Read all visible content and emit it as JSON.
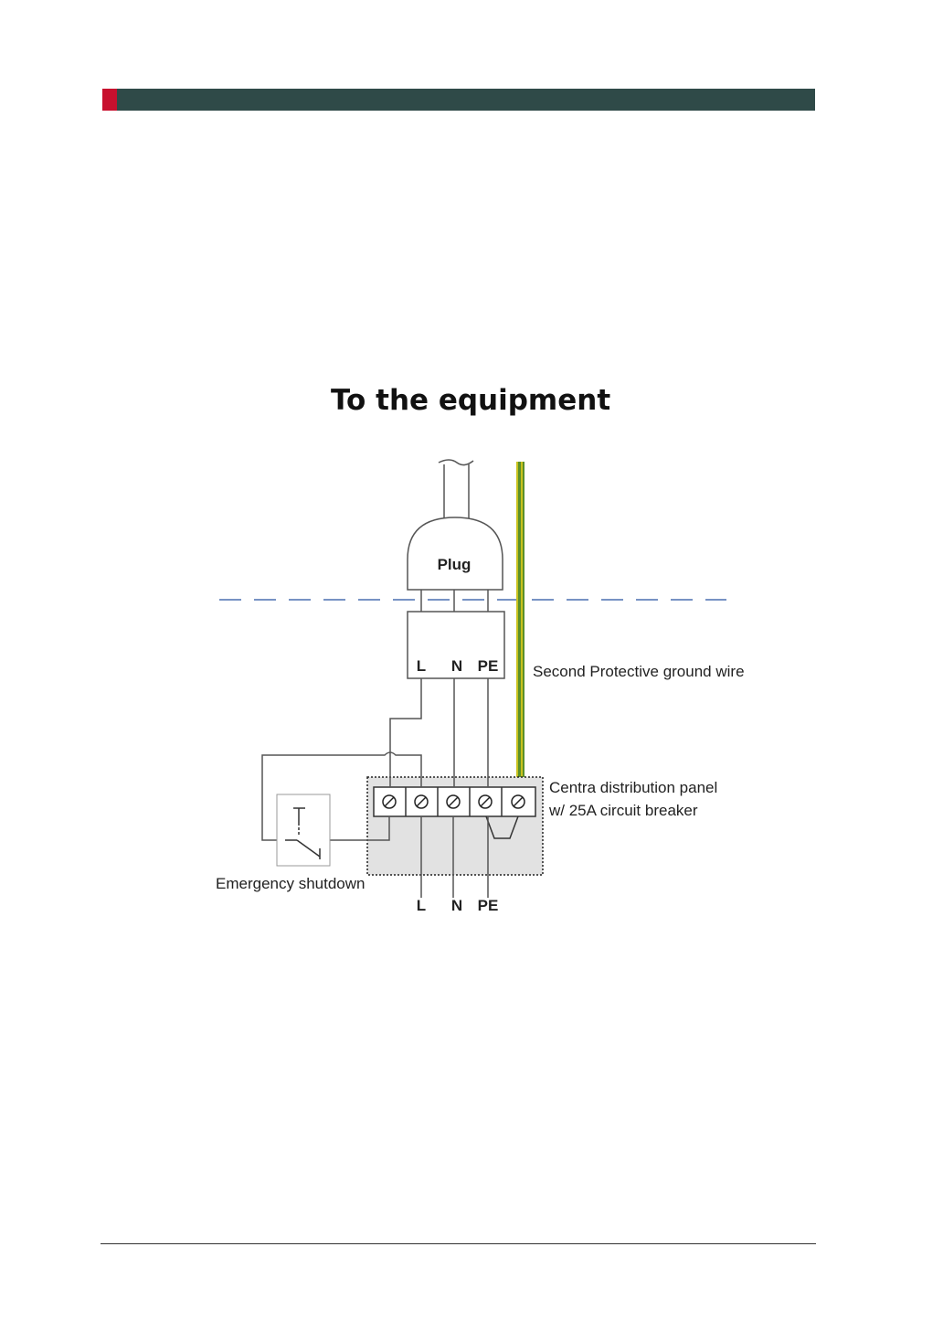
{
  "colors": {
    "header_bar": "#2f4a48",
    "header_accent": "#c8102e",
    "ground_wire_green": "#5b8f2a",
    "ground_wire_yellow": "#c9c21e",
    "dashed_line": "#4a6fb0",
    "panel_fill": "#e2e2e2"
  },
  "diagram": {
    "title": "To the equipment",
    "plug_label": "Plug",
    "socket_terminals": [
      "L",
      "N",
      "PE"
    ],
    "ground_wire_label": "Second Protective ground wire",
    "panel_label_line1": "Centra distribution panel",
    "panel_label_line2": "w/ 25A circuit breaker",
    "emergency_label": "Emergency shutdown",
    "bottom_terminals": [
      "L",
      "N",
      "PE"
    ]
  }
}
